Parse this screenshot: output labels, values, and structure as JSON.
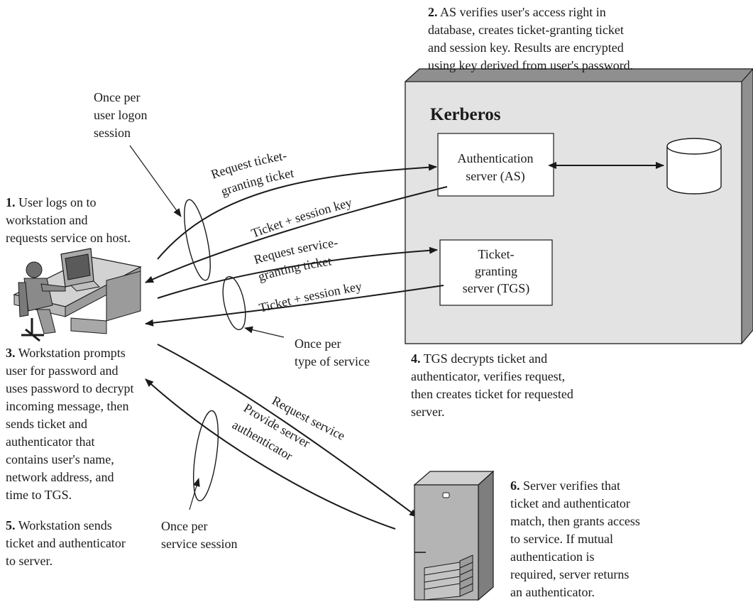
{
  "kerberos": {
    "title": "Kerberos",
    "as_server": [
      "Authentication",
      "server (AS)"
    ],
    "tgs_server": [
      "Ticket-",
      "granting",
      "server (TGS)"
    ]
  },
  "steps": {
    "s1": {
      "num": "1.",
      "lines": [
        "User logs on to",
        "workstation and",
        "requests service on host."
      ]
    },
    "s2": {
      "num": "2.",
      "lines": [
        "AS verifies user's access right in",
        "database, creates ticket-granting ticket",
        "and session key. Results are encrypted",
        "using key derived from user's password."
      ]
    },
    "s3": {
      "num": "3.",
      "lines": [
        "Workstation prompts",
        "user for password and",
        "uses password to decrypt",
        "incoming message, then",
        "sends ticket and",
        "authenticator that",
        "contains user's name,",
        "network address, and",
        "time to TGS."
      ]
    },
    "s4": {
      "num": "4.",
      "lines": [
        "TGS decrypts ticket and",
        "authenticator, verifies request,",
        "then creates ticket for requested",
        "server."
      ]
    },
    "s5": {
      "num": "5.",
      "lines": [
        "Workstation sends",
        "ticket and authenticator",
        "to server."
      ]
    },
    "s6": {
      "num": "6.",
      "lines": [
        "Server verifies that",
        "ticket and authenticator",
        "match, then grants access",
        "to service. If mutual",
        "authentication is",
        "required, server returns",
        "an authenticator."
      ]
    }
  },
  "notes": {
    "logon": [
      "Once per",
      "user logon",
      "session"
    ],
    "service_type": [
      "Once per",
      "type of service"
    ],
    "service_session": [
      "Once per",
      "service session"
    ]
  },
  "messages": {
    "req_tgt": [
      "Request ticket-",
      "granting ticket"
    ],
    "ticket_key_1": "Ticket + session key",
    "req_sgt": [
      "Request service-",
      "granting ticket"
    ],
    "ticket_key_2": "Ticket + session key",
    "req_service": "Request service",
    "provide_auth": [
      "Provide server",
      "authenticator"
    ]
  }
}
